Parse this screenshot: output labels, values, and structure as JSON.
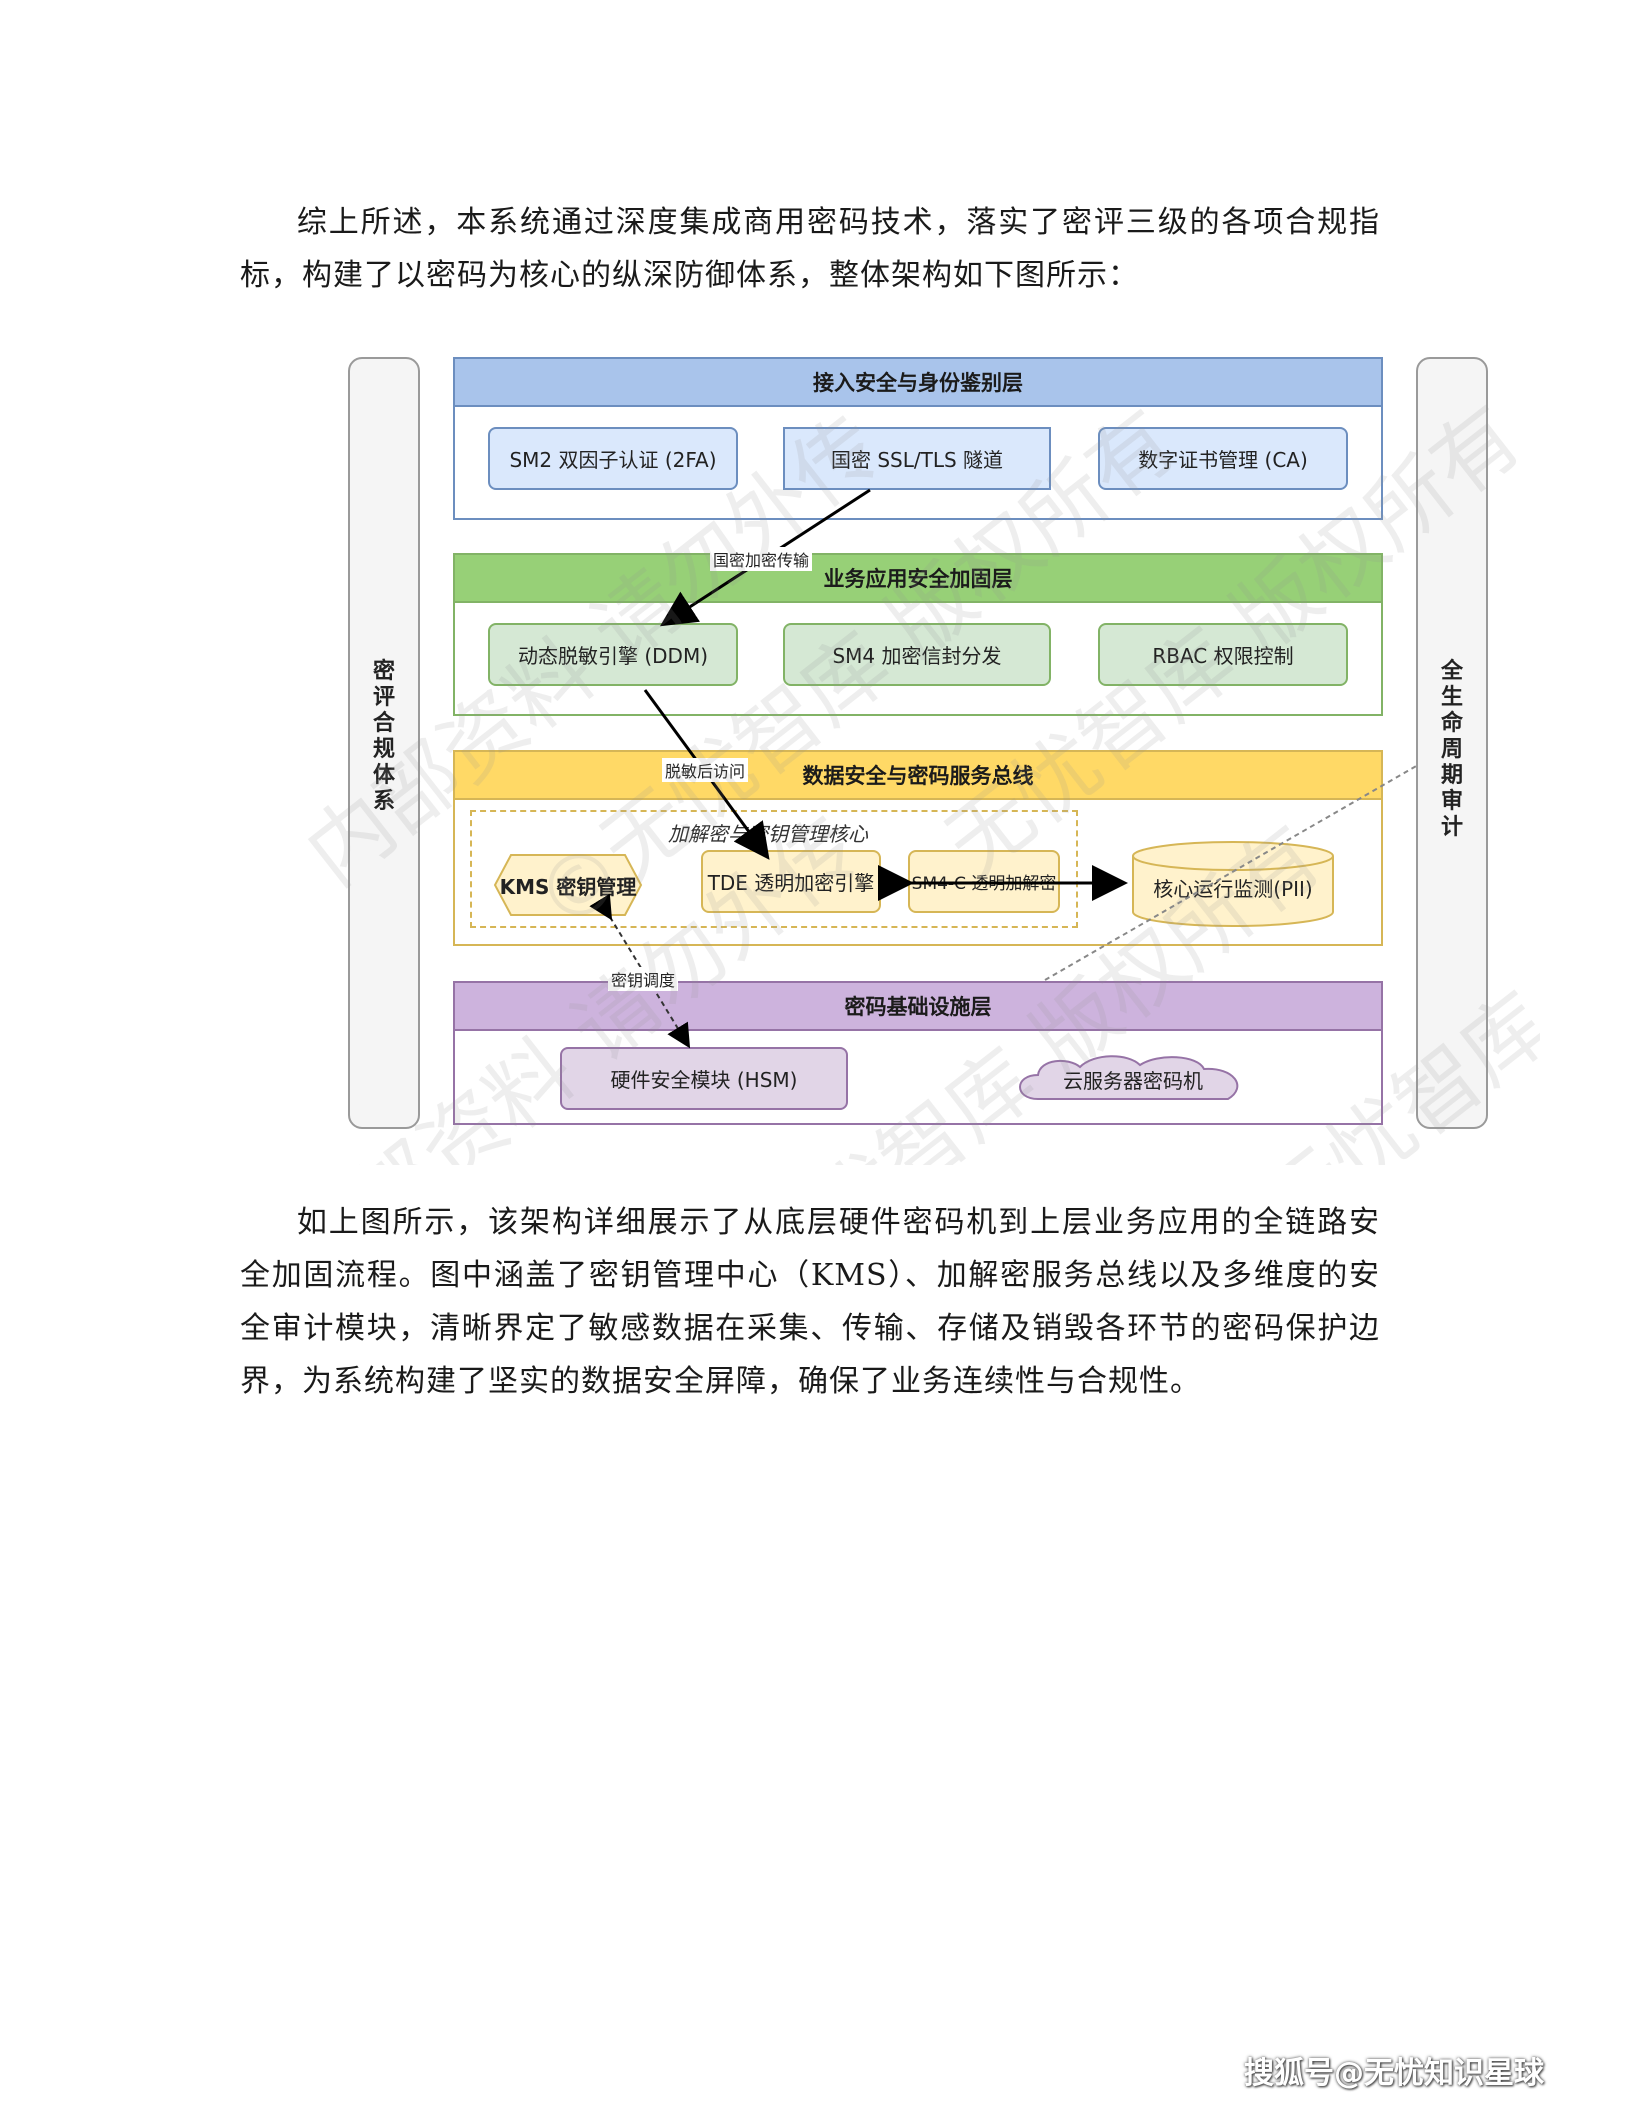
{
  "paragraphs": {
    "intro": "综上所述，本系统通过深度集成商用密码技术，落实了密评三级的各项合规指标，构建了以密码为核心的纵深防御体系，整体架构如下图所示：",
    "after_figure": "如上图所示，该架构详细展示了从底层硬件密码机到上层业务应用的全链路安全加固流程。图中涵盖了密钥管理中心（KMS）、加解密服务总线以及多维度的安全审计模块，清晰界定了敏感数据在采集、传输、存储及销毁各环节的密码保护边界，为系统构建了坚实的数据安全屏障，确保了业务连续性与合规性。"
  },
  "diagram": {
    "left_sidebar": "密评合规体系",
    "right_sidebar": "全生命周期审计",
    "layers": {
      "access": {
        "title": "接入安全与身份鉴别层",
        "items": [
          "SM2 双因子认证 (2FA)",
          "国密 SSL/TLS 隧道",
          "数字证书管理 (CA)"
        ]
      },
      "app": {
        "title": "业务应用安全加固层",
        "items": [
          "动态脱敏引擎 (DDM)",
          "SM4 加密信封分发",
          "RBAC 权限控制"
        ]
      },
      "data": {
        "title": "数据安全与密码服务总线",
        "core_group": "加解密与密钥管理核心",
        "kms": "KMS 密钥管理",
        "tde": "TDE 透明加密引擎",
        "sm4c": "SM4-C 透明加解密",
        "db": "核心运行监测(PII)"
      },
      "infra": {
        "title": "密码基础设施层",
        "hsm": "硬件安全模块 (HSM)",
        "cloud": "云服务器密码机"
      }
    },
    "edge_labels": {
      "gm_transport": "国密加密传输",
      "after_mask": "脱敏后访问",
      "key_dispatch": "密钥调度"
    },
    "watermark": [
      "内部资料 请勿外传",
      "无忧智库 版权所有",
      "©无忧智库 版权所有"
    ]
  },
  "credit": "搜狐号@无忧知识星球",
  "colors": {
    "access_head": "#a9c4eb",
    "app_head": "#97d077",
    "data_head": "#ffd966",
    "infra_head": "#cdb3dd"
  }
}
